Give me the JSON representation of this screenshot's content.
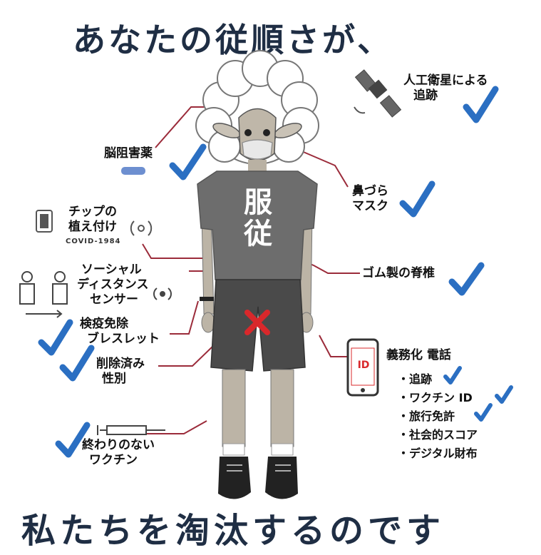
{
  "headline_top": "あなたの従順さが、",
  "headline_bottom": "私たちを淘汰するのです",
  "shirt_text": [
    "服",
    "従"
  ],
  "labels": {
    "satellite": [
      "人工衛星による",
      "追跡"
    ],
    "brain_drug": "脳阻害薬",
    "nose_mask": [
      "鼻づら",
      "マスク"
    ],
    "chip": [
      "チップの",
      "植え付け"
    ],
    "chip_caption": "COVID-1984",
    "social_distance": [
      "ソーシャル",
      "ディスタンス",
      "センサー"
    ],
    "rubber_spine": "ゴム製の脊椎",
    "quarantine_bracelet": [
      "検疫免除",
      "ブレスレット"
    ],
    "removed_gender": [
      "削除済み",
      "性別"
    ],
    "endless_vaccine": [
      "終わりのない",
      "ワクチン"
    ],
    "phone_title": "義務化 電話",
    "phone_screen": "ID",
    "phone_items": [
      "・追跡",
      "・ワクチン ID",
      "・旅行免許",
      "・社会的スコア",
      "・デジタル財布"
    ]
  },
  "colors": {
    "title": "#1f2e44",
    "check": "#2b6fc2",
    "leader": "#9b2b3a",
    "shirt": "#6d6d6d",
    "shorts": "#4a4a4a",
    "x_mark": "#d9282b"
  }
}
